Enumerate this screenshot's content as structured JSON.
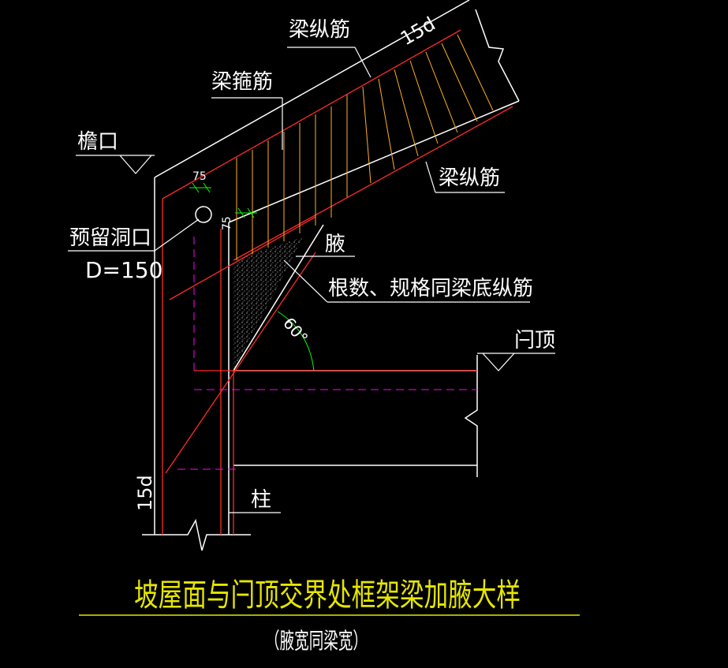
{
  "labels": {
    "beam_long_bar_top": "梁纵筋",
    "beam_stirrup": "梁箍筋",
    "eave": "檐口",
    "hole": "预留洞口",
    "hole_diameter": "D=150",
    "beam_long_bar_bottom": "梁纵筋",
    "haunch": "腋",
    "haunch_note": "根数、规格同梁底纵筋",
    "angle": "60°",
    "dim_15d_top": "15d",
    "dim_15d_left": "15d",
    "dim_75_top": "75",
    "dim_75_side": "75",
    "parapet_top": "闩顶",
    "column": "柱"
  },
  "title": "坡屋面与闩顶交界处框架梁加腋大样",
  "subtitle": "（腋宽同梁宽）",
  "colors": {
    "background": "#000000",
    "structure": "#ff2a2a",
    "rebar": "#ff3030",
    "stirrup": "#ffb020",
    "outline": "#ffffff",
    "dimension": "#00ff00",
    "centerline": "#ff00ff",
    "title": "#e6e600"
  }
}
